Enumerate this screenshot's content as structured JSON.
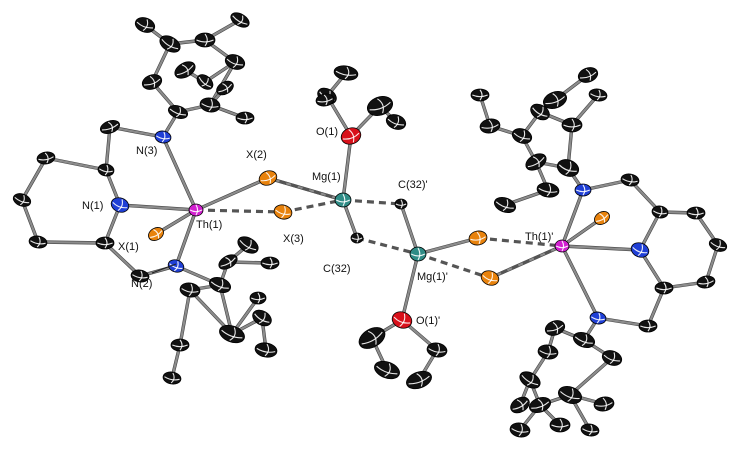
{
  "labels": {
    "n3": "N(3)",
    "n1": "N(1)",
    "th1": "Th(1)",
    "x1": "X(1)",
    "n2": "N(2)",
    "x2": "X(2)",
    "x3": "X(3)",
    "mg1": "Mg(1)",
    "o1": "O(1)",
    "c32p": "C(32)'",
    "c32": "C(32)",
    "mg1p": "Mg(1)'",
    "o1p": "O(1)'",
    "th1p": "Th(1)'"
  },
  "colors": {
    "carbon": "#111111",
    "nitrogen": "#1f3fd6",
    "thorium": "#d21fd0",
    "halide": "#e8820c",
    "magnesium": "#2f8c86",
    "oxygen": "#d8101a",
    "bond": "#8c8c8c"
  }
}
